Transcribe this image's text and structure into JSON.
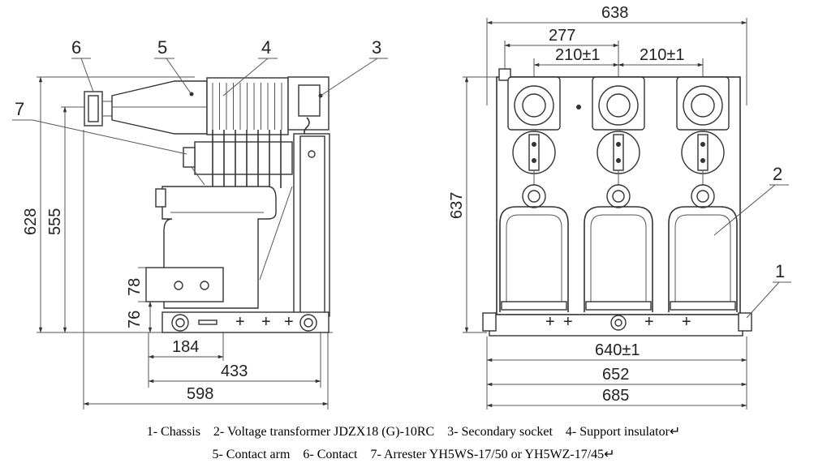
{
  "side_view": {
    "callouts": [
      "6",
      "5",
      "4",
      "3",
      "7"
    ],
    "dims": {
      "h628": "628",
      "h555": "555",
      "h78": "78",
      "h76": "76",
      "w184": "184",
      "w433": "433",
      "w598": "598"
    }
  },
  "front_view": {
    "callouts": [
      "2",
      "1"
    ],
    "dims": {
      "w638": "638",
      "w277": "277",
      "w210a": "210±1",
      "w210b": "210±1",
      "h637": "637",
      "w640": "640±1",
      "w652": "652",
      "w685": "685"
    }
  },
  "legend": {
    "line1": "1- Chassis    2- Voltage transformer JDZX18 (G)-10RC    3- Secondary socket    4- Support insulator↵",
    "line2": "5- Contact arm    6- Contact    7- Arrester YH5WS-17/50 or YH5WZ-17/45↵"
  }
}
